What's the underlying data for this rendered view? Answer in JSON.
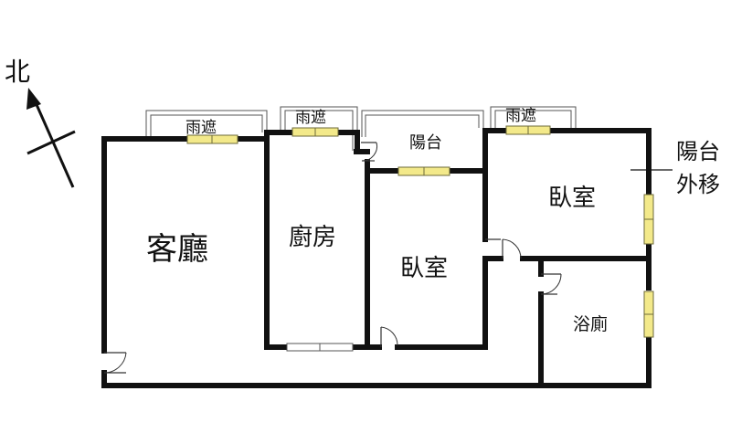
{
  "compass": {
    "label": "北",
    "icon": "north-arrow-icon"
  },
  "rooms": {
    "living_room": "客廳",
    "kitchen": "廚房",
    "bedroom_center": "臥室",
    "bedroom_right": "臥室",
    "bathroom": "浴廁",
    "balcony": "陽台"
  },
  "awnings": {
    "left": "雨遮",
    "middle": "雨遮",
    "right": "雨遮"
  },
  "note": {
    "line1": "陽台",
    "line2": "外移"
  },
  "colors": {
    "wall": "#111111",
    "window": "#f3e98a",
    "background": "#ffffff"
  }
}
